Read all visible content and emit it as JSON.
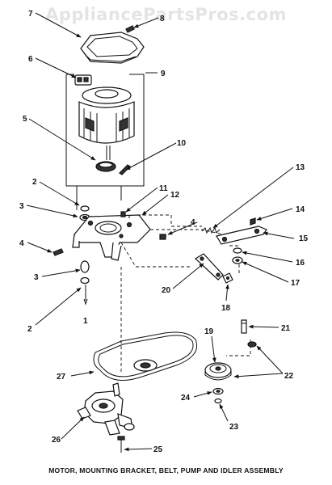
{
  "watermark": "AppliancePartsPros.com",
  "caption": "MOTOR, MOUNTING BRACKET, BELT, PUMP AND IDLER ASSEMBLY",
  "callouts": [
    "1",
    "2",
    "3",
    "4",
    "5",
    "6",
    "7",
    "8",
    "9",
    "10",
    "11",
    "12",
    "13",
    "14",
    "15",
    "16",
    "17",
    "18",
    "19",
    "20",
    "21",
    "22",
    "23",
    "24",
    "25",
    "26",
    "27"
  ]
}
